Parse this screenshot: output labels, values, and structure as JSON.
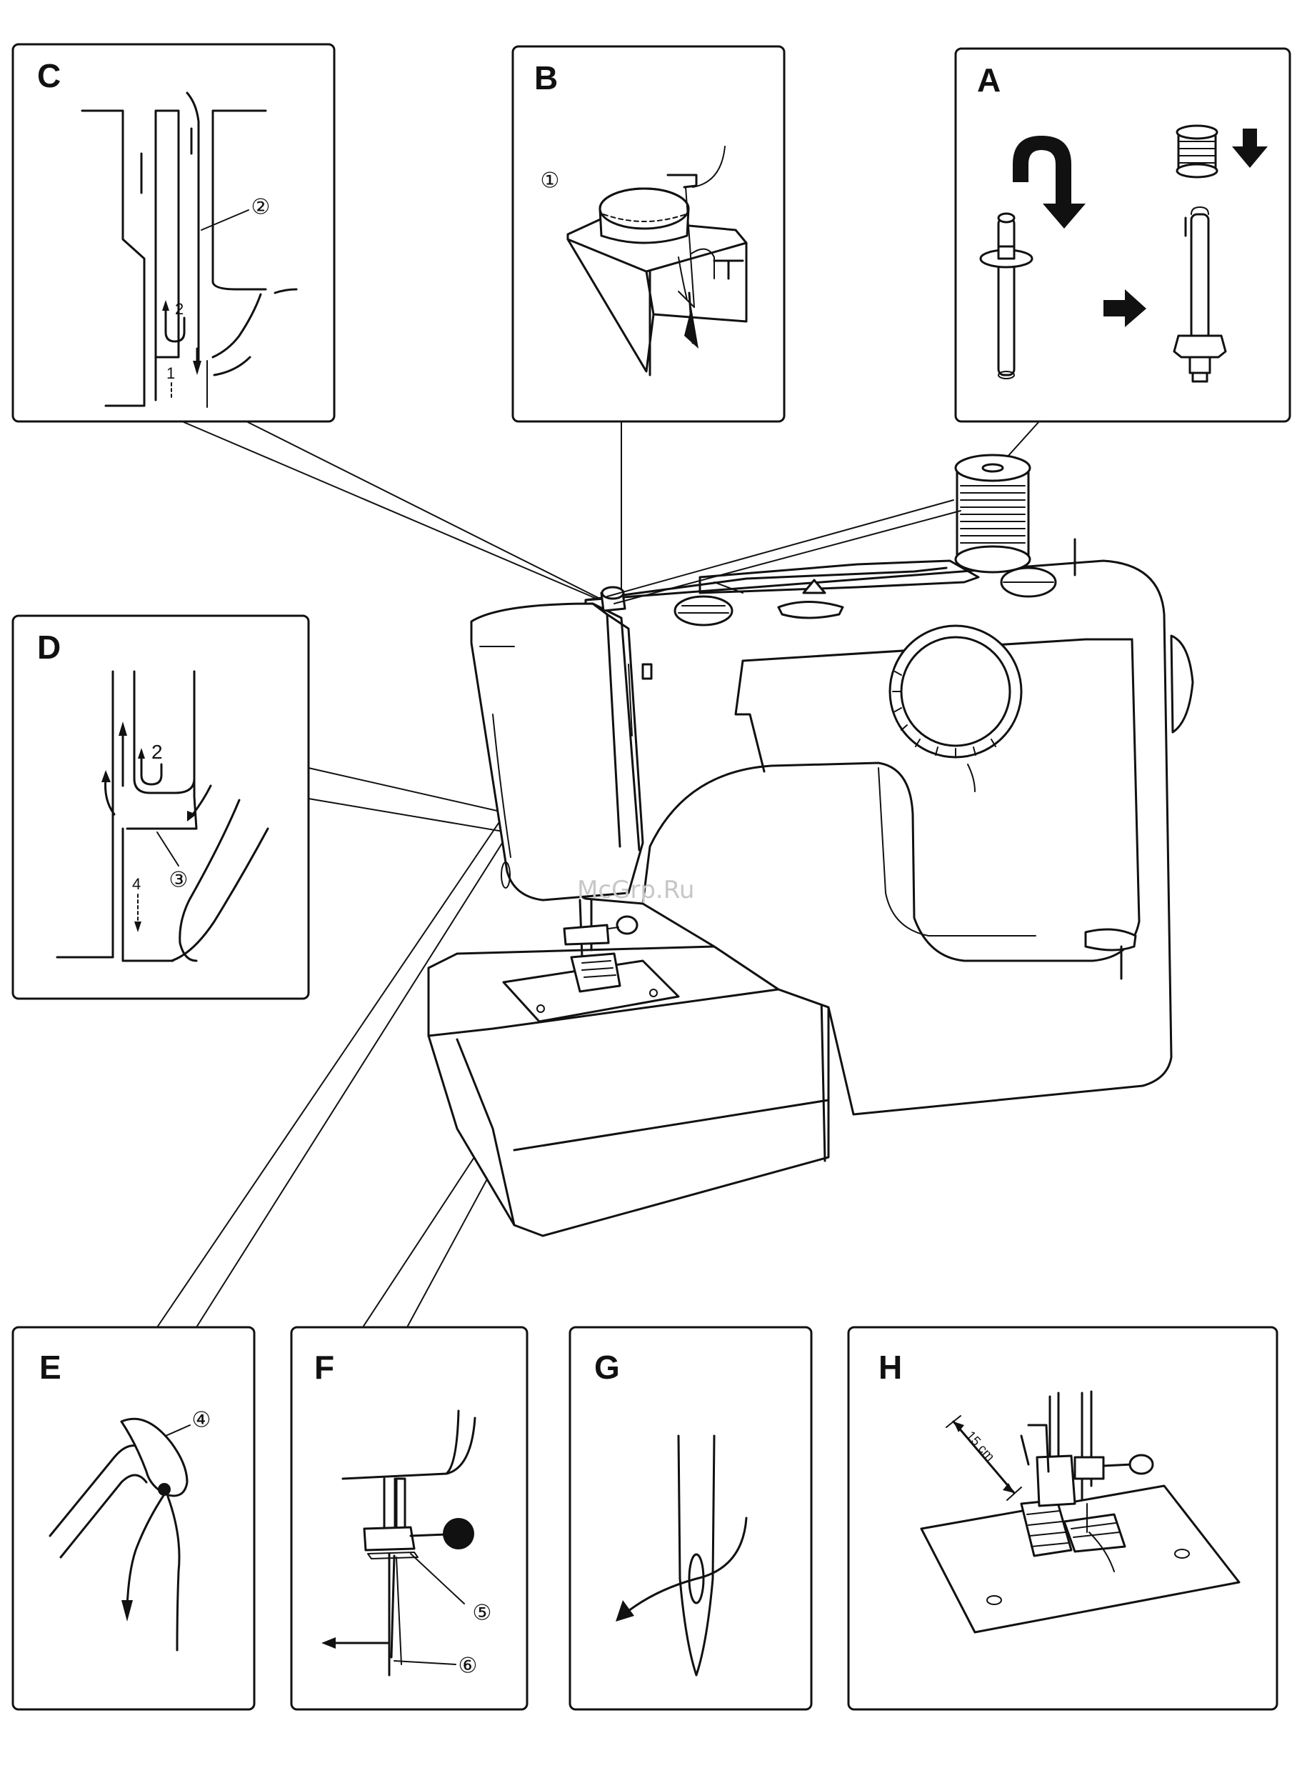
{
  "watermark": "McGrp.Ru",
  "panels": {
    "A": {
      "letter": "A"
    },
    "B": {
      "letter": "B",
      "callout": "①"
    },
    "C": {
      "letter": "C",
      "callout": "②",
      "step_up": "2",
      "step_down": "1"
    },
    "D": {
      "letter": "D",
      "callout": "③",
      "step_up": "2",
      "step_down": "4"
    },
    "E": {
      "letter": "E",
      "callout": "④"
    },
    "F": {
      "letter": "F",
      "callout_a": "⑤",
      "callout_b": "⑥"
    },
    "G": {
      "letter": "G"
    },
    "H": {
      "letter": "H",
      "measure": "15 cm"
    }
  },
  "icons": [
    "spool-pin-icon",
    "arrow-down-icon",
    "arrow-right-icon",
    "thread-spool-icon"
  ]
}
